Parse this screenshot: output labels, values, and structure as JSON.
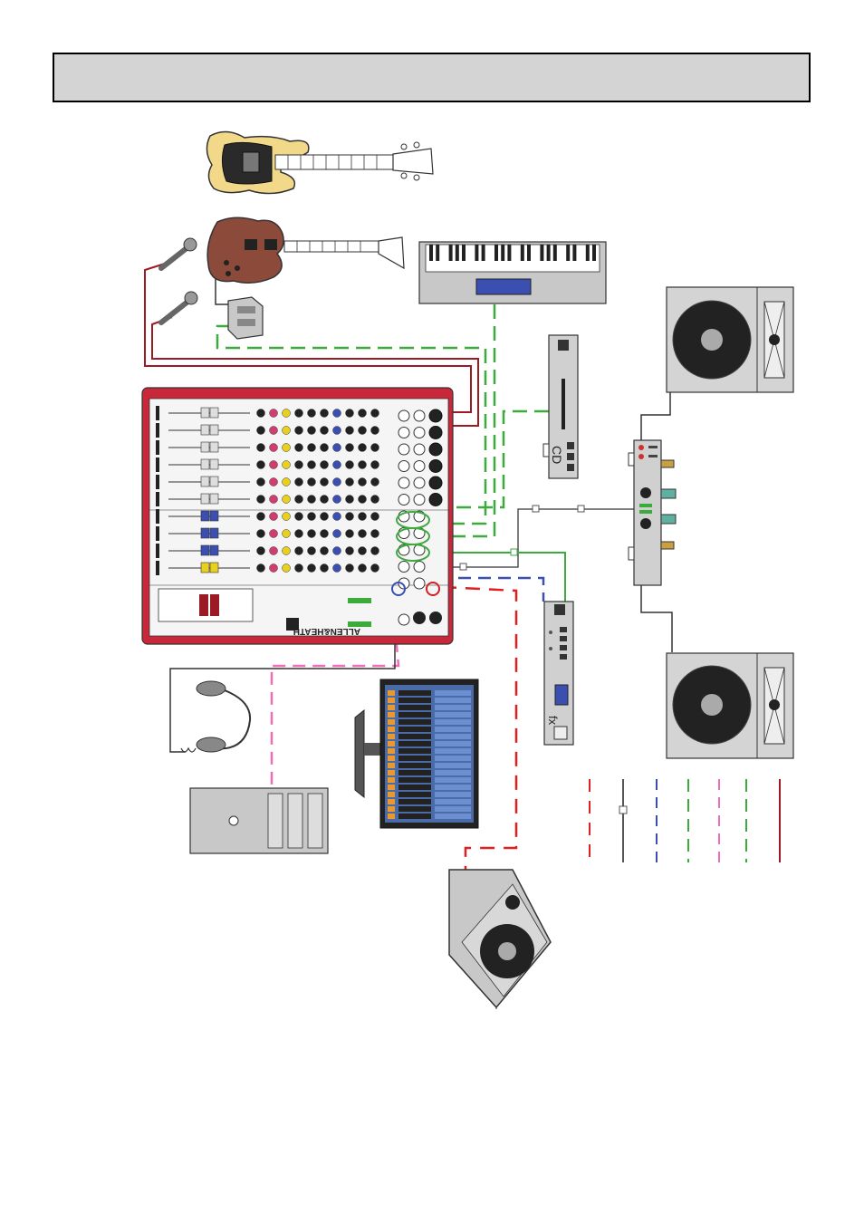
{
  "header": {
    "title": ""
  },
  "mixer": {
    "brand": "ALLEN&HEATH"
  },
  "devices": {
    "cd_player": {
      "label": "CD"
    },
    "fx_unit": {
      "label": "fx"
    }
  },
  "legend": {
    "colors": [
      "#e02020",
      "#555555",
      "#3a4fb0",
      "#3cab3c",
      "#ee6fb5",
      "#3cab3c",
      "#9b1b24"
    ]
  },
  "colors": {
    "mixer_red": "#c8283a",
    "mic_cable": "#9b1b24",
    "line_green": "#3cab3c",
    "fx_blue": "#3a4fb0",
    "monitor_red": "#e02020",
    "usb_pink": "#ee6fb5",
    "panel_grey": "#d9d9d9"
  }
}
